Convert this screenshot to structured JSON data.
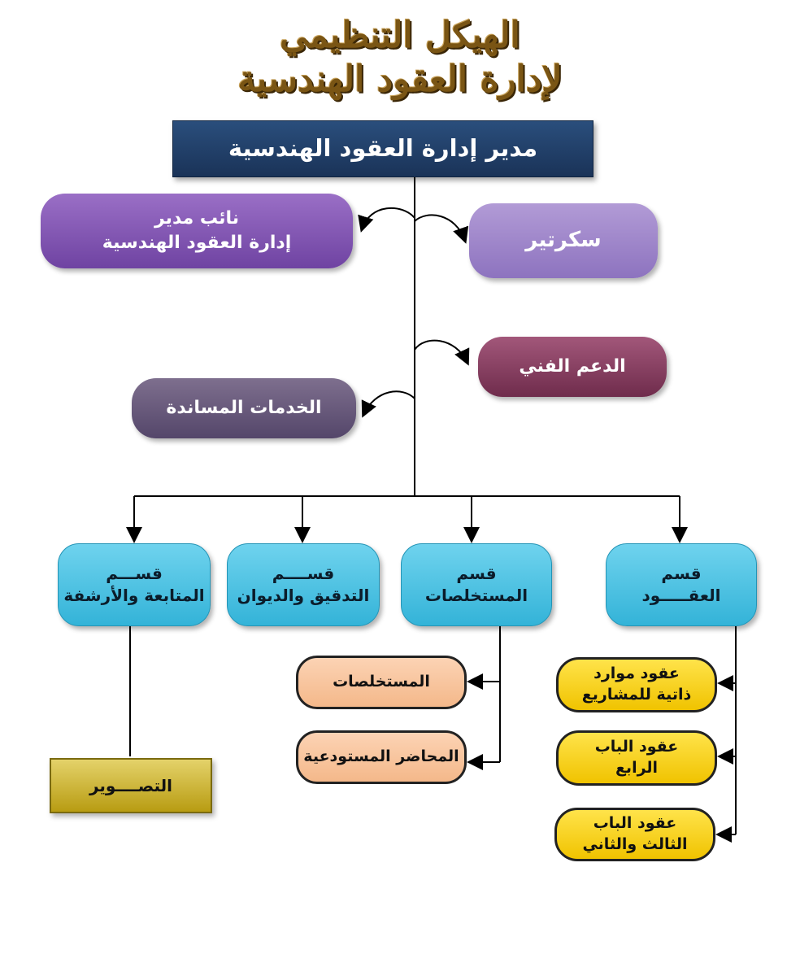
{
  "title": {
    "line1": "الهيكل التنظيمي",
    "line2": "لإدارة العقود الهندسية"
  },
  "director": "مدير إدارة العقود الهندسية",
  "deputy": {
    "line1": "نائب مدير",
    "line2": "إدارة العقود الهندسية"
  },
  "secretary": "سكرتير",
  "technical_support": "الدعم الفني",
  "support_services": "الخدمات المساندة",
  "departments": [
    {
      "line1": "قسم",
      "line2": "العقـــــود"
    },
    {
      "line1": "قسم",
      "line2": "المستخلصات"
    },
    {
      "line1": "قســــم",
      "line2": "التدقيق والديوان"
    },
    {
      "line1": "قســـم",
      "line2": "المتابعة والأرشفة"
    }
  ],
  "contracts_units": [
    {
      "line1": "عقود موارد",
      "line2": "ذاتية للمشاريع"
    },
    {
      "line1": "عقود الباب",
      "line2": "الرابع"
    },
    {
      "line1": "عقود الباب",
      "line2": "الثالث والثاني"
    }
  ],
  "extracts_units": [
    "المستخلصات",
    "المحاضر المستودعية"
  ],
  "followup_units": [
    "التصــــوير"
  ]
}
